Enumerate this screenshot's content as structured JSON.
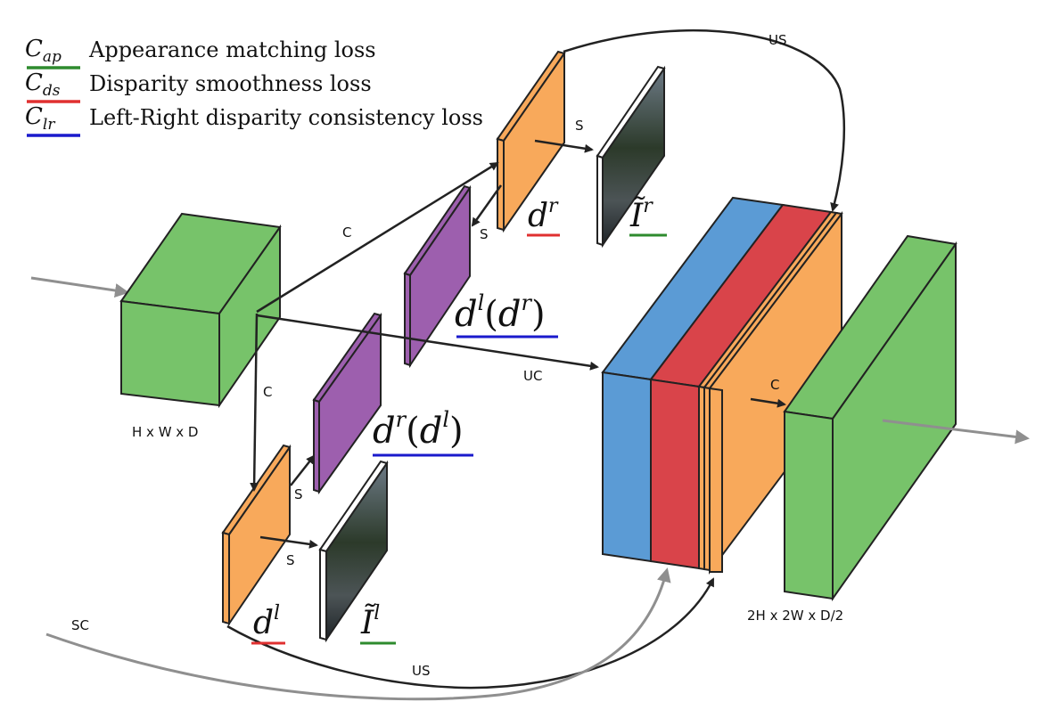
{
  "legend": [
    {
      "symbol": "C",
      "sub": "ap",
      "text": "Appearance matching loss",
      "color": "#2e8b2e"
    },
    {
      "symbol": "C",
      "sub": "ds",
      "text": "Disparity smoothness loss",
      "color": "#e03030"
    },
    {
      "symbol": "C",
      "sub": "lr",
      "text": "Left-Right disparity consistency loss",
      "color": "#1a1acc"
    }
  ],
  "dimensions": {
    "input": "H x W x D",
    "output": "2H x 2W x D/2"
  },
  "edges": {
    "c_top": "C",
    "c_left": "C",
    "s_top_img": "S",
    "s_top_purple": "S",
    "s_bottom_purple": "S",
    "s_bottom_img": "S",
    "uc": "UC",
    "us_top": "US",
    "c_out": "C",
    "sc": "SC",
    "us_bottom": "US"
  },
  "math": {
    "dr": {
      "base": "d",
      "sup": "r"
    },
    "ir": {
      "base": "Ĩ",
      "sup": "r"
    },
    "dl": {
      "base": "d",
      "sup": "l"
    },
    "il": {
      "base": "Ĩ",
      "sup": "l"
    },
    "dl_dr": {
      "base": "d",
      "sup": "l",
      "open": "(",
      "inner": "d",
      "inner_sup": "r",
      "close": ")"
    },
    "dr_dl": {
      "base": "d",
      "sup": "r",
      "open": "(",
      "inner": "d",
      "inner_sup": "l",
      "close": ")"
    }
  },
  "colors": {
    "green_block": "#77c36a",
    "orange": "#f8a95b",
    "purple": "#9d5fae",
    "blue": "#5b9bd5",
    "red": "#d9444a",
    "arrow": "#222222",
    "gray_arrow": "#8f8f8f"
  }
}
